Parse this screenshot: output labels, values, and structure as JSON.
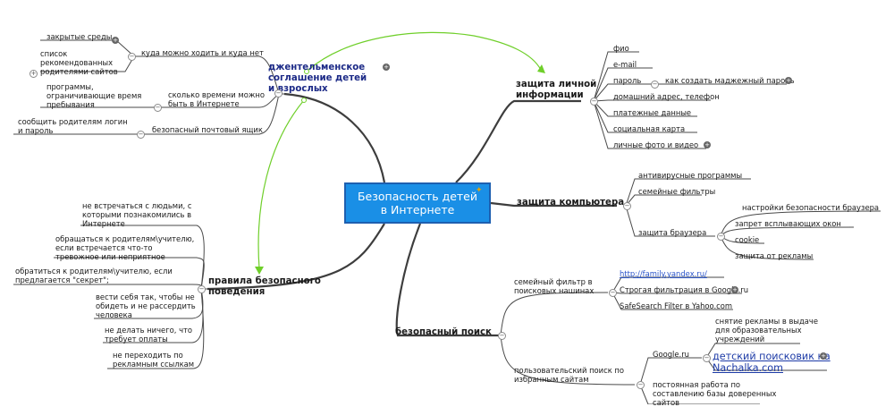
{
  "center": {
    "title": "Безопасность детей\nв Интернете"
  },
  "branches": {
    "agreement": {
      "title": "джентельменское\nсоглашение детей\nи взрослых",
      "where": "куда можно ходить и куда нет",
      "where_children": [
        "закрытые среды",
        "список\nрекомендованных\nродителями сайтов"
      ],
      "time": "сколько времени можно\nбыть в Интернете",
      "time_children": [
        "программы,\nограничивающие время\nпребывания"
      ],
      "mail": "безопасный почтовый ящик",
      "mail_children": [
        "сообщить родителям логин\nи пароль"
      ]
    },
    "personal": {
      "title": "защита личной\nинформации",
      "items": [
        "фио",
        "e-mail",
        "пароль",
        "домашний адрес, телефон",
        "платежные данные",
        "социальная карта",
        "личные фото и видео"
      ],
      "password_child": "как создать маджежный пароль"
    },
    "computer": {
      "title": "защита компьютера",
      "items": [
        "антивирусные программы",
        "семейные фильтры",
        "защита браузера"
      ],
      "browser_children": [
        "настройки безопасности браузера",
        "запрет всплывающих окон",
        "cookie",
        "защита от рекламы"
      ]
    },
    "search": {
      "title": "безопасный поиск",
      "family_filter": "семейный фильтр в\nпоисковых нашинах",
      "family_children": [
        "http://family.yandex.ru/",
        "Строгая фильтрация в Google.ru",
        "SafeSearch Filter в Yahoo.com"
      ],
      "user_search": "пользовательский поиск  по\nизбранным сайтам",
      "google": "Google.ru",
      "google_children": [
        "снятие рекламы в выдаче\nдля образовательных\nучреждений",
        "детский поисковик на\nNachalka.com"
      ],
      "permanent": "постоянная работа по\nсоставлению базы доверенных\nсайтов"
    },
    "rules": {
      "title": "правила безопасного\nповедения",
      "items": [
        "не встречаться с людьми, с\nкоторыми познакомились в\nИнтернете",
        "обращаться к родителям\\учителю,\nесли встречается что-то\nтревожное или неприятное",
        "обратиться к родителям\\учителю, если\nпредлагается \"секрет\";",
        "вести себя так, чтобы не\nобидеть и не рассердить\nчеловека",
        "не делать ничего, что\nтребует оплаты",
        "не переходить по\nрекламным ссылкам"
      ]
    }
  },
  "colors": {
    "center_fill": "#1a8fe6",
    "arrow": "#6fcf2a",
    "line": "#3b3b3b",
    "navy": "#1c2a87"
  }
}
